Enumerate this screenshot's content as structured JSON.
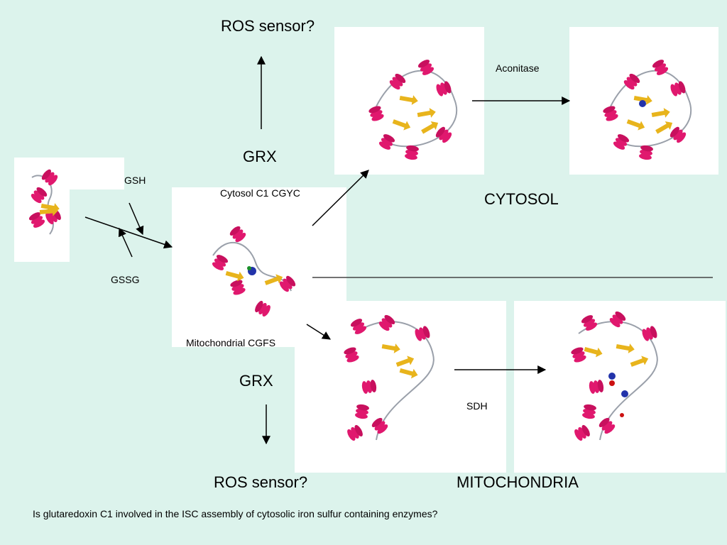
{
  "labels": {
    "ros_top": "ROS sensor?",
    "grx_top": "GRX",
    "gsh": "GSH",
    "gssg": "GSSG",
    "cytosol_c1": "Cytosol C1 CGYC",
    "aconitase": "Aconitase",
    "cytosol": "CYTOSOL",
    "mito_cgfs": "Mitochondrial CGFS",
    "grx_bottom": "GRX",
    "sdh": "SDH",
    "ros_bottom": "ROS sensor?",
    "mitochondria": "MITOCHONDRIA",
    "question": "Is glutaredoxin C1 involved in the ISC assembly of cytosolic iron sulfur containing enzymes?"
  },
  "colors": {
    "background": "#dcf3ec",
    "helix": "#e0186e",
    "sheet": "#e8b41c",
    "loop": "#9aa0aa",
    "cluster": "#2233aa"
  }
}
